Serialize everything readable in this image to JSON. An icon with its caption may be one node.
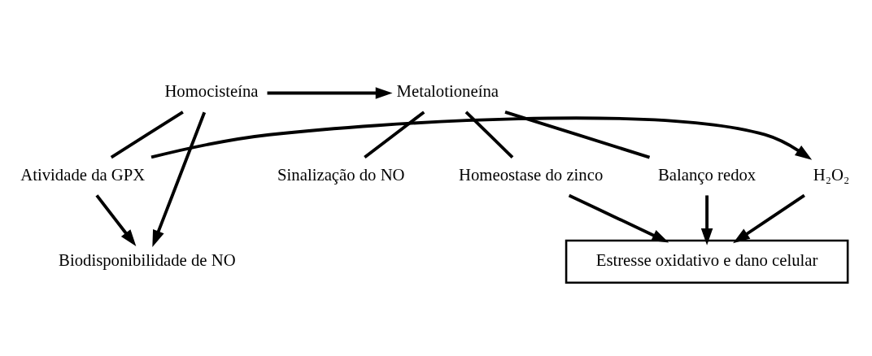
{
  "diagram": {
    "nodes": [
      {
        "text": [
          "Homocisteína"
        ]
      },
      {
        "text": [
          "Metalotioneína"
        ]
      },
      {
        "text": [
          "Sinalização do NO"
        ]
      },
      {
        "text": [
          "Homeostase do zinco"
        ]
      },
      {
        "text": [
          "Balanço redox"
        ]
      },
      {
        "text": [
          "Atividade da GPX"
        ]
      },
      {
        "text": [
          "H₂O₂"
        ]
      },
      {
        "text": [
          "Biodisponibilidade de NO"
        ]
      },
      {
        "text": [
          "Estresse oxidativo e dano celular"
        ]
      }
    ],
    "edges": [
      {
        "from": 0,
        "to": 1,
        "arrow": "to"
      },
      {
        "from": 0,
        "to": 7,
        "arrow": "to"
      },
      {
        "from": 0,
        "to": 5,
        "arrow": "none"
      },
      {
        "from": 1,
        "to": 2,
        "arrow": "none"
      },
      {
        "from": 1,
        "to": 3,
        "arrow": "none"
      },
      {
        "from": 1,
        "to": 4,
        "arrow": "none"
      },
      {
        "from": 5,
        "to": 6,
        "arrow": "to"
      },
      {
        "from": 5,
        "to": 7,
        "arrow": "to"
      },
      {
        "from": 3,
        "to": 8,
        "arrow": "to"
      },
      {
        "from": 4,
        "to": 8,
        "arrow": "to"
      },
      {
        "from": 6,
        "to": 8,
        "arrow": "to"
      }
    ]
  }
}
